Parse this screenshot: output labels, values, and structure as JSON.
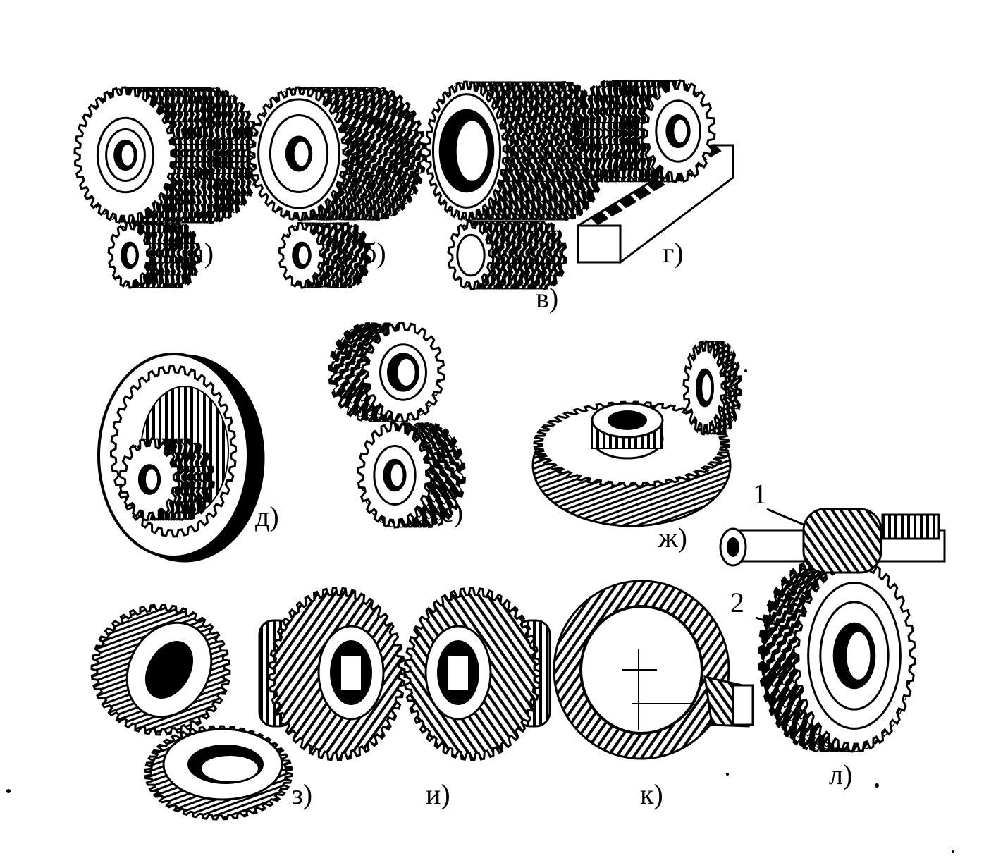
{
  "labels": {
    "a": "а)",
    "b": "б)",
    "v": "в)",
    "g": "г)",
    "d": "д)",
    "e": "е)",
    "zh": "ж)",
    "z": "з)",
    "i": "и)",
    "k": "к)",
    "l": "л)"
  },
  "callouts": {
    "worm": "1",
    "wheel": "2"
  },
  "colors": {
    "ink": "#000000",
    "paper": "#ffffff"
  }
}
